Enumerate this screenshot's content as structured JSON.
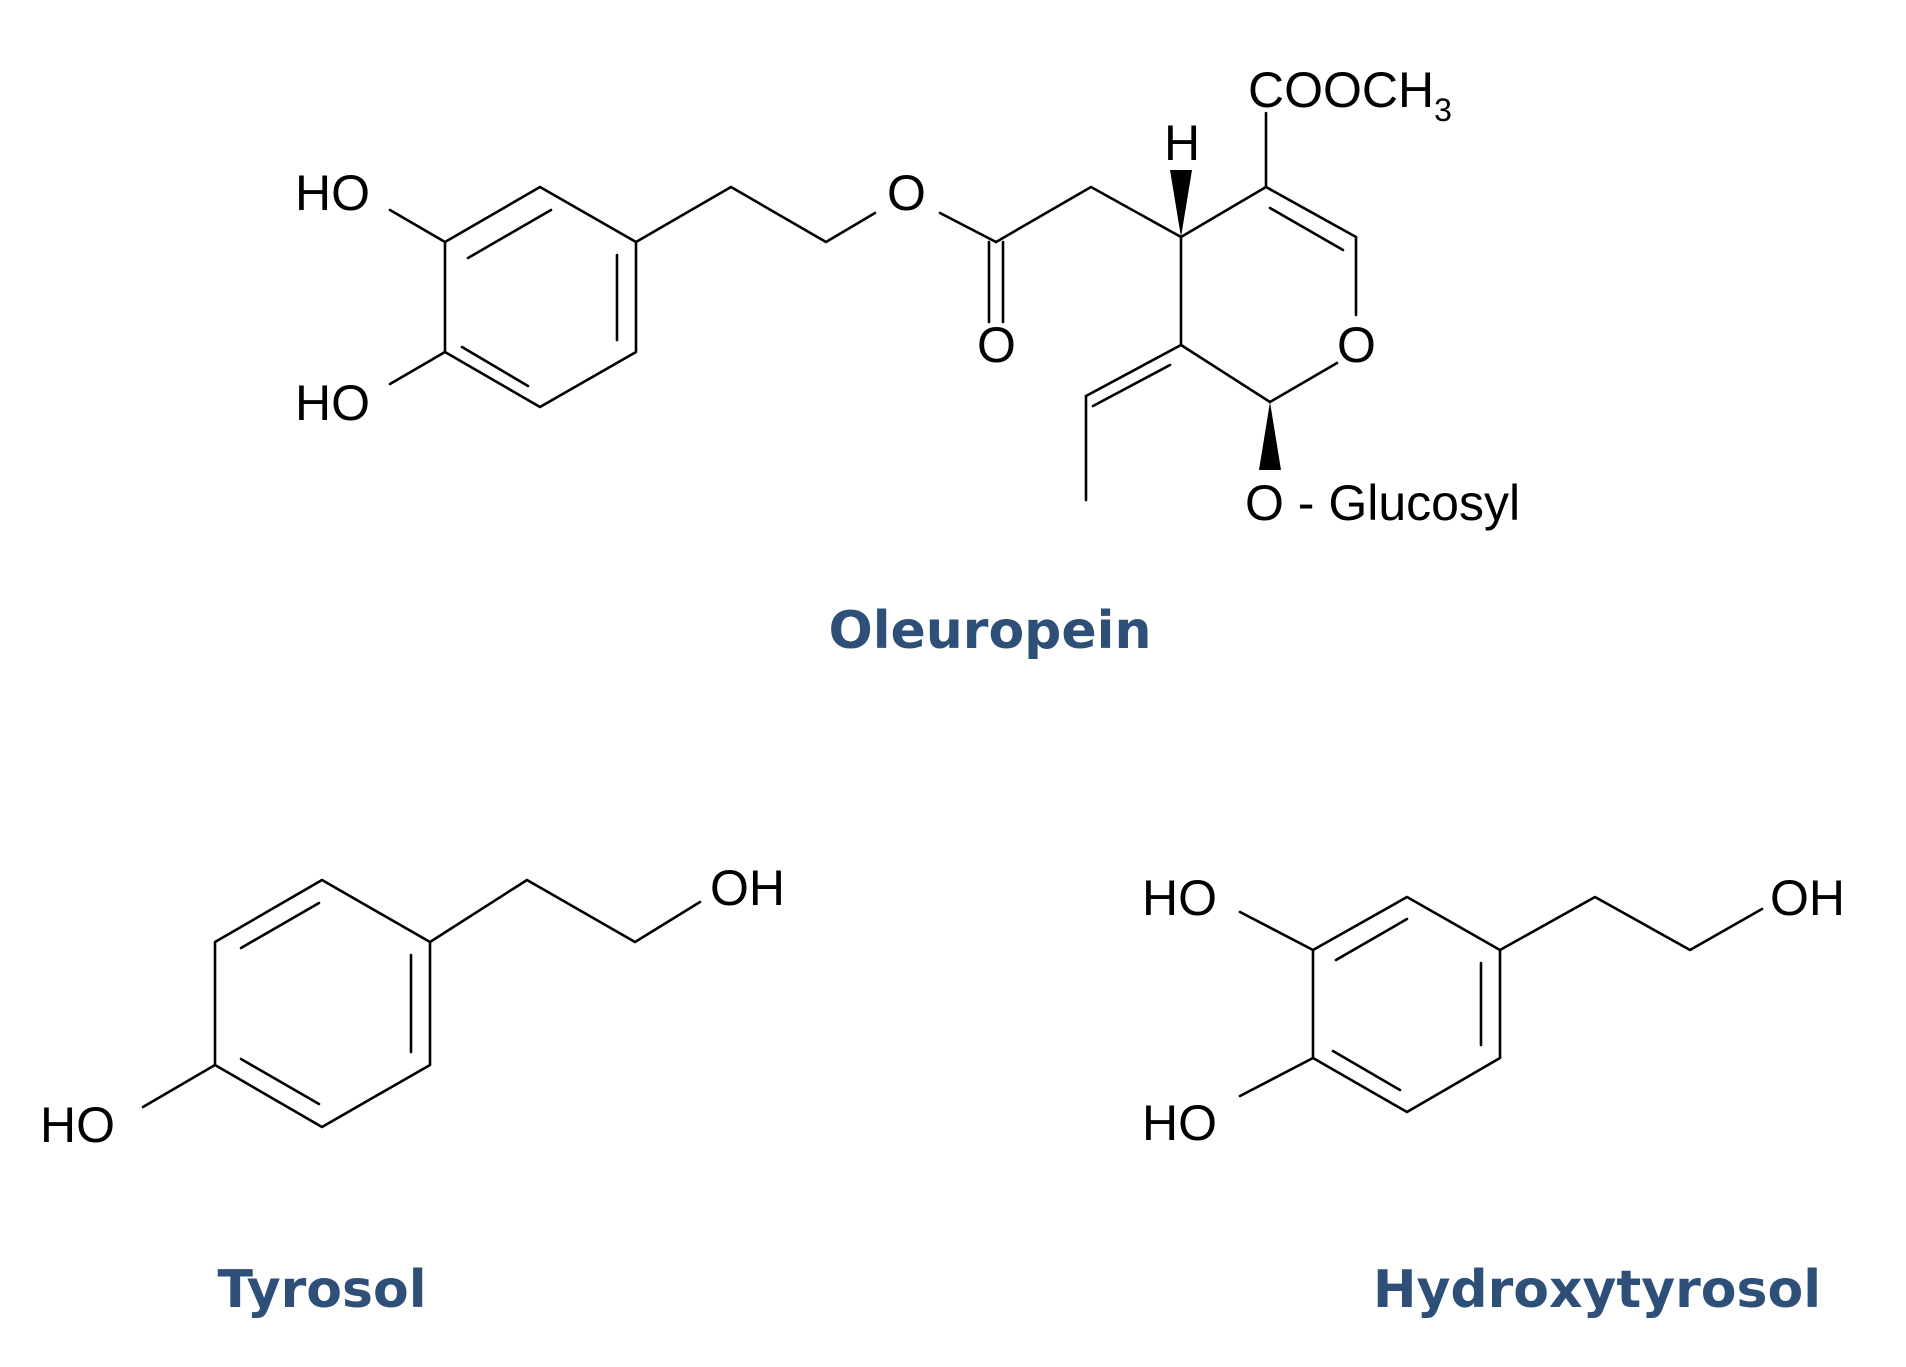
{
  "molecules": {
    "oleuropein": {
      "name": "Oleuropein",
      "labels": {
        "ho_top": "HO",
        "ho_bottom": "HO",
        "ester_o": "O",
        "carbonyl_o": "O",
        "stereo_h": "H",
        "ester_group": "COOCH",
        "ester_subscript": "3",
        "ring_o": "O",
        "glucosyl": "O - Glucosyl"
      }
    },
    "tyrosol": {
      "name": "Tyrosol",
      "labels": {
        "oh": "OH",
        "ho": "HO"
      }
    },
    "hydroxytyrosol": {
      "name": "Hydroxytyrosol",
      "labels": {
        "ho_top": "HO",
        "ho_bottom": "HO",
        "oh": "OH"
      }
    }
  },
  "colors": {
    "title": "#2e4f78",
    "bond": "#000000"
  }
}
